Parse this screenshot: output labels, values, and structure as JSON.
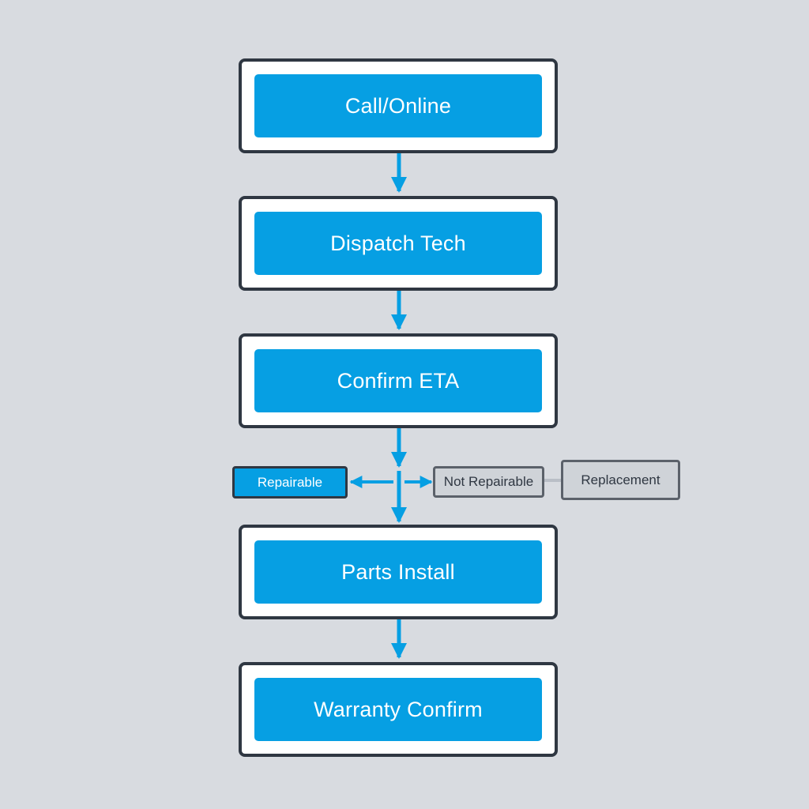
{
  "steps": [
    {
      "label": "Call/Online"
    },
    {
      "label": "Dispatch Tech"
    },
    {
      "label": "Confirm ETA"
    },
    {
      "label": "Parts Install"
    },
    {
      "label": "Warranty Confirm"
    }
  ],
  "branches": {
    "repairable": "Repairable",
    "not_repairable": "Not Repairable",
    "replacement": "Replacement"
  },
  "colors": {
    "background": "#d8dbe0",
    "accent_blue": "#069fe3",
    "outline": "#2f3742",
    "grey_box": "#cfd3d8"
  }
}
